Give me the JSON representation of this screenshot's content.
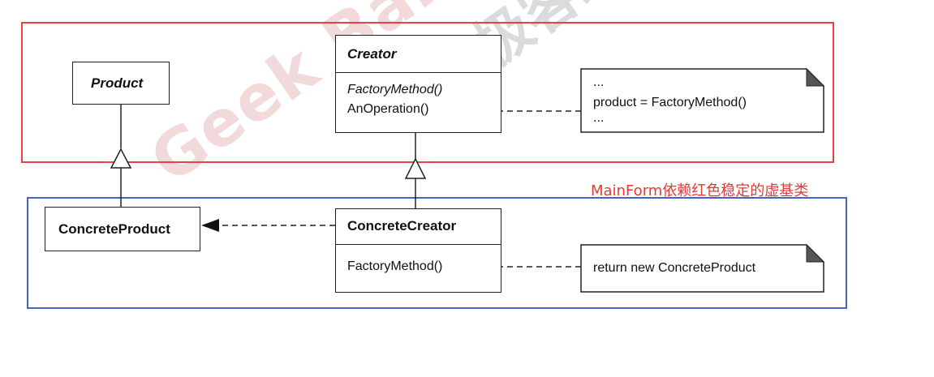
{
  "watermark": {
    "text": "Geek Band",
    "cn": "极客班"
  },
  "annotation": {
    "text": "MainForm依赖红色稳定的虚基类"
  },
  "classes": {
    "product": {
      "name": "Product"
    },
    "concrete_product": {
      "name": "ConcreteProduct"
    },
    "creator": {
      "name": "Creator",
      "ops": [
        "FactoryMethod()",
        "AnOperation()"
      ]
    },
    "concrete_creator": {
      "name": "ConcreteCreator",
      "ops": [
        "FactoryMethod()"
      ]
    }
  },
  "notes": {
    "creator_note": [
      "...",
      "product = FactoryMethod()",
      "..."
    ],
    "concrete_creator_note": [
      "return new ConcreteProduct"
    ]
  },
  "colors": {
    "stable_frame": "#e8414a",
    "concrete_frame": "#4562c4",
    "annotation": "#e53935"
  }
}
